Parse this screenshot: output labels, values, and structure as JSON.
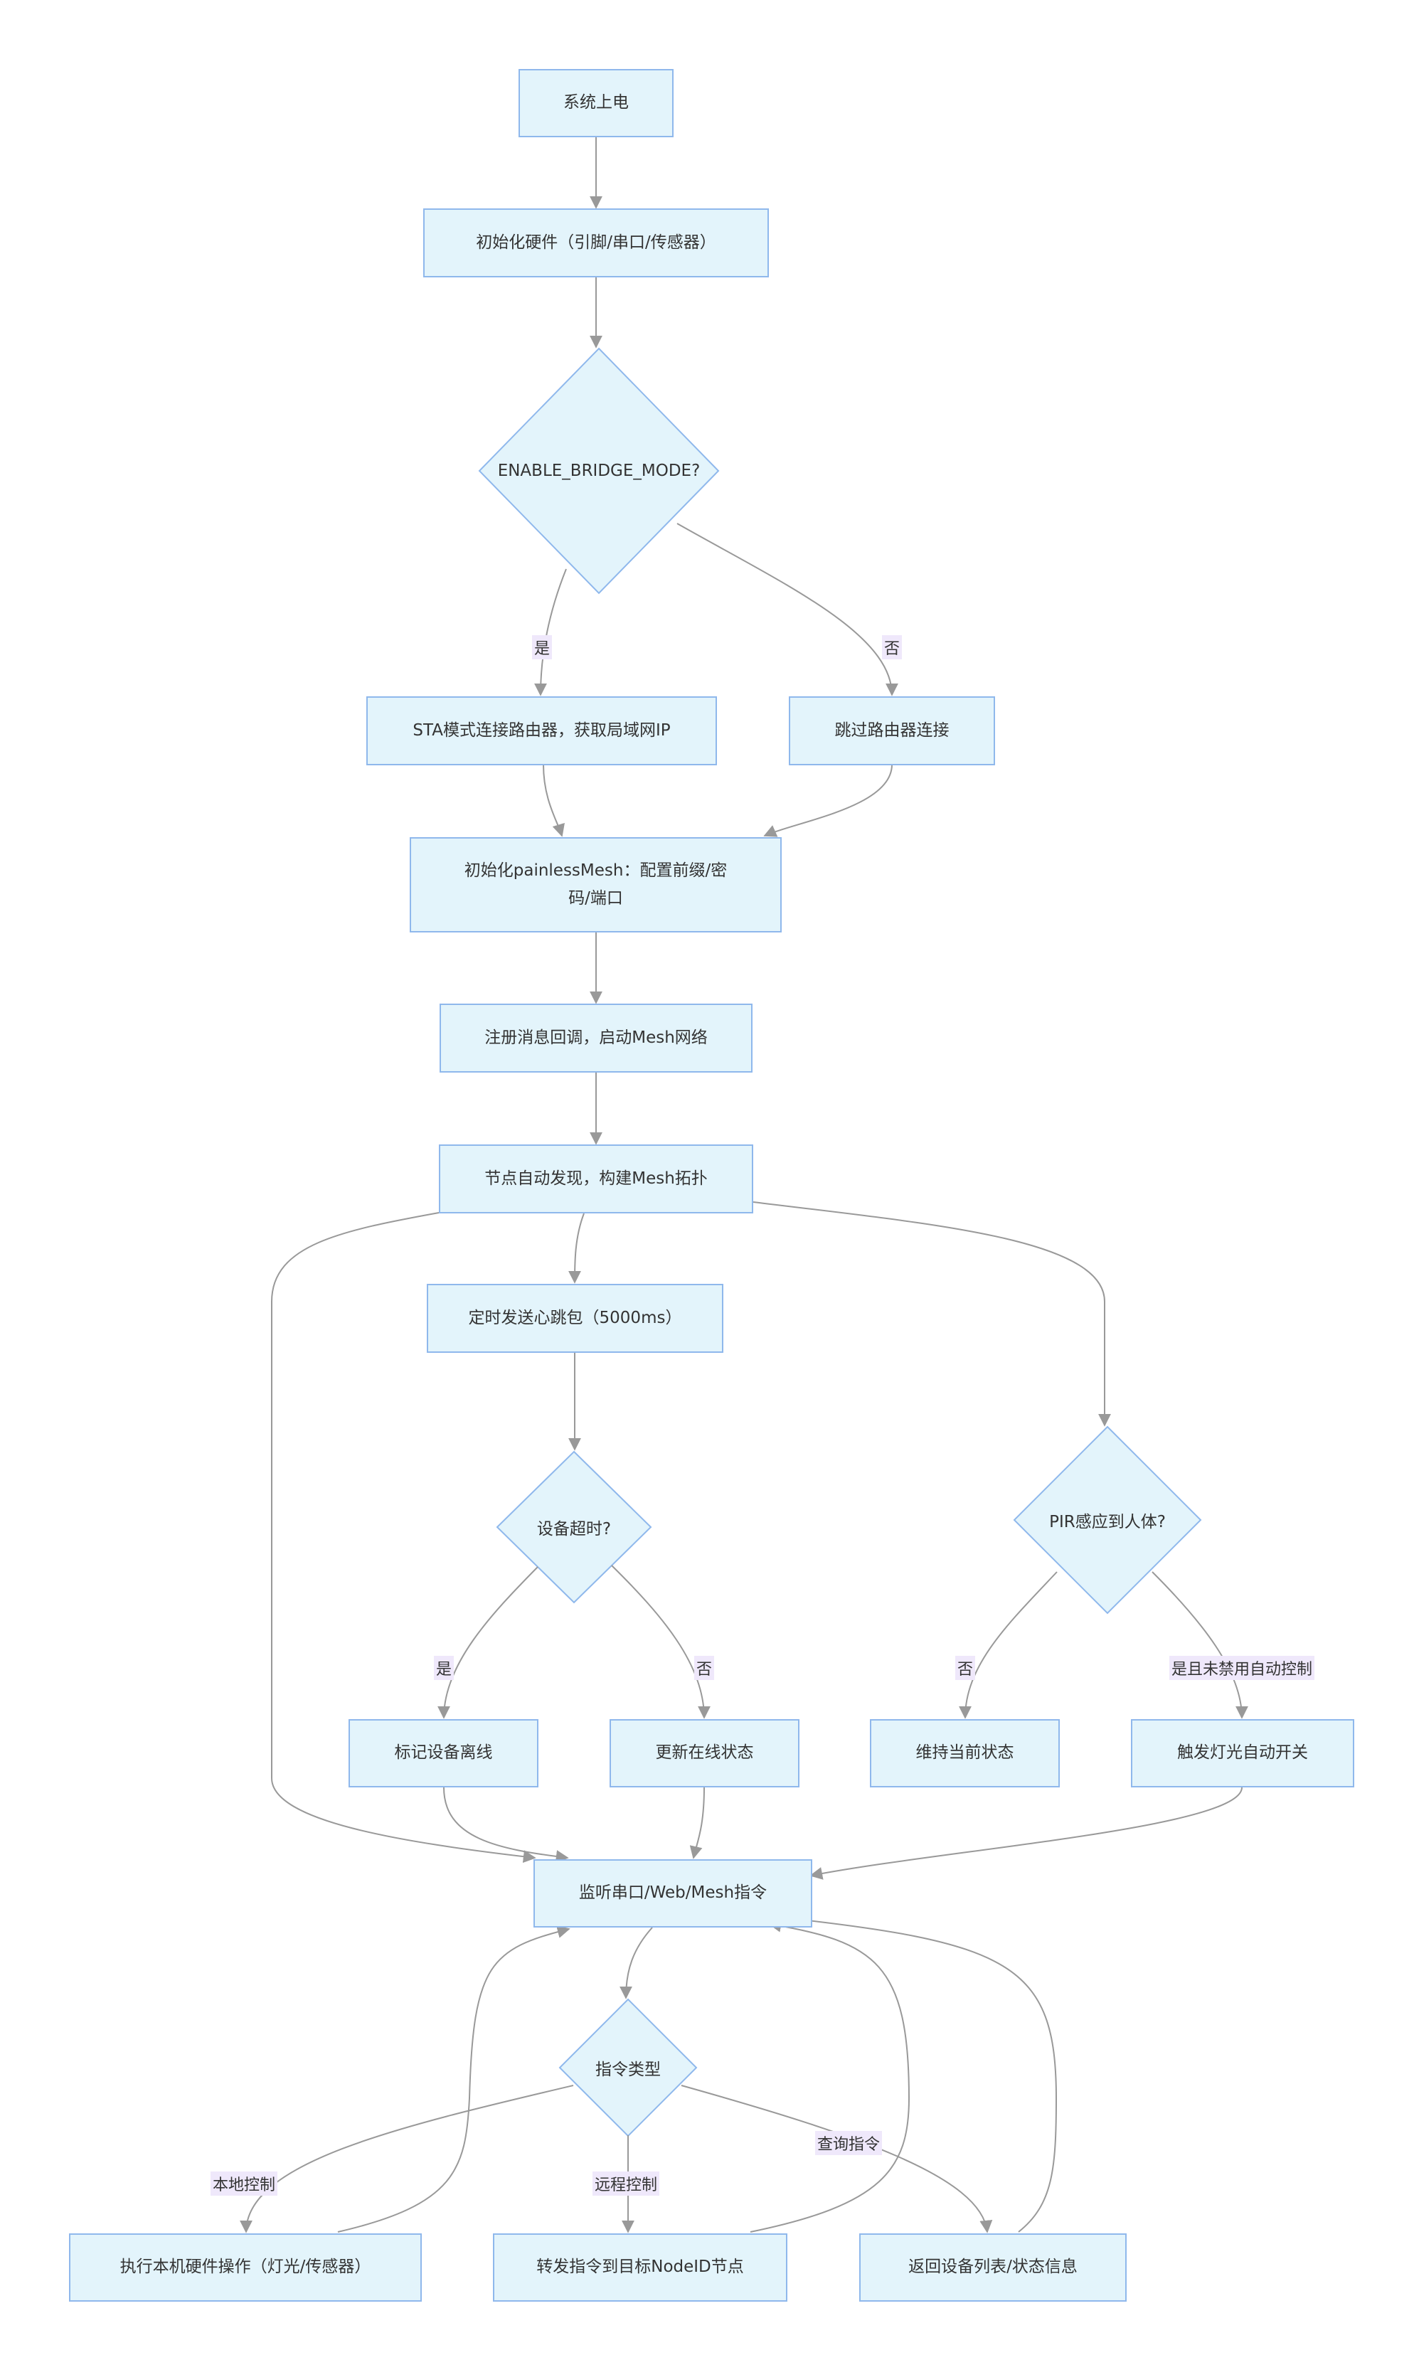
{
  "nodes": {
    "power_on": "系统上电",
    "init_hw": "初始化硬件（引脚/串口/传感器）",
    "bridge_q": "ENABLE_BRIDGE_MODE?",
    "sta": "STA模式连接路由器，获取局域网IP",
    "skip": "跳过路由器连接",
    "init_mesh": "初始化painlessMesh：配置前缀/密码/端口",
    "register": "注册消息回调，启动Mesh网络",
    "discover": "节点自动发现，构建Mesh拓扑",
    "heartbeat": "定时发送心跳包（5000ms）",
    "timeout_q": "设备超时?",
    "pir_q": "PIR感应到人体?",
    "offline": "标记设备离线",
    "online": "更新在线状态",
    "keep": "维持当前状态",
    "trigger": "触发灯光自动开关",
    "listen": "监听串口/Web/Mesh指令",
    "cmd_q": "指令类型",
    "local_exec": "执行本机硬件操作（灯光/传感器）",
    "forward": "转发指令到目标NodeID节点",
    "list": "返回设备列表/状态信息"
  },
  "edge_labels": {
    "bridge_yes": "是",
    "bridge_no": "否",
    "timeout_yes": "是",
    "timeout_no": "否",
    "pir_no": "否",
    "pir_yes": "是且未禁用自动控制",
    "cmd_local": "本地控制",
    "cmd_remote": "远程控制",
    "cmd_query": "查询指令"
  },
  "colors": {
    "node_fill": "#e3f4fb",
    "node_border": "#8fb8ec",
    "edge": "#999999",
    "label_bg": "#efe8fb",
    "text": "#333333"
  }
}
